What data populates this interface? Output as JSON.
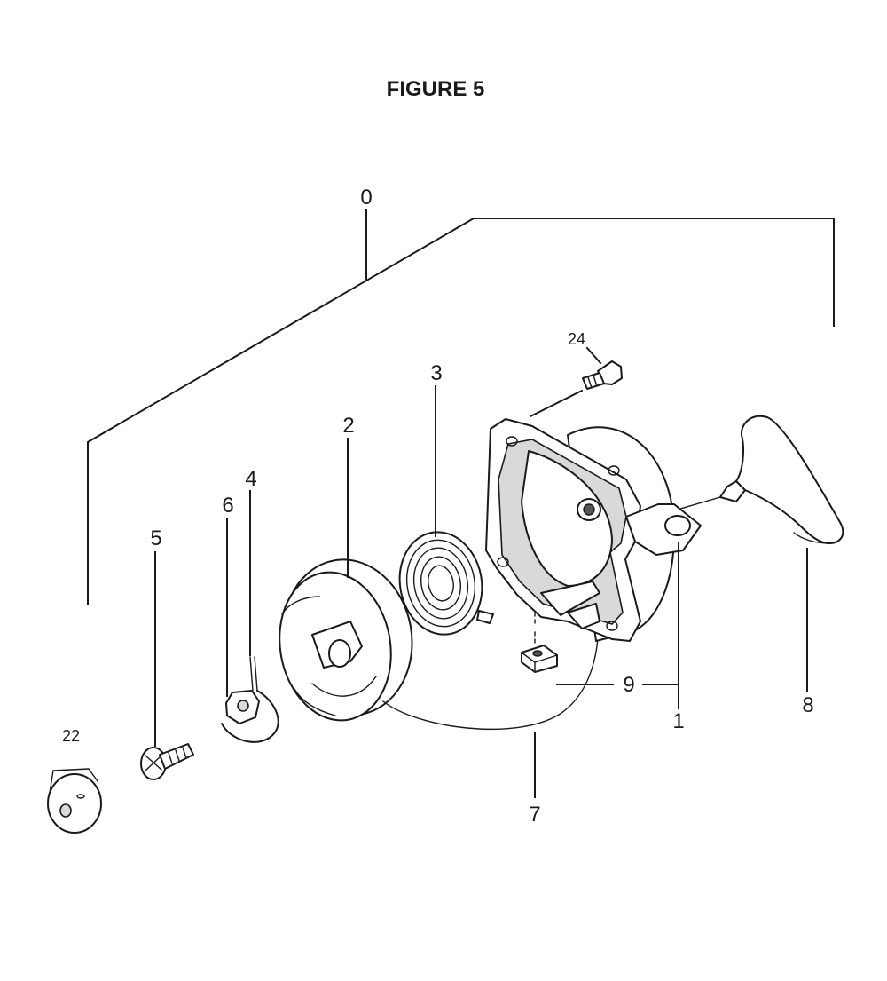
{
  "title": "FIGURE 5",
  "callouts": {
    "c0": "0",
    "c1": "1",
    "c2": "2",
    "c3": "3",
    "c4": "4",
    "c5": "5",
    "c6": "6",
    "c7": "7",
    "c8": "8",
    "c9": "9",
    "c22": "22",
    "c24": "24"
  }
}
